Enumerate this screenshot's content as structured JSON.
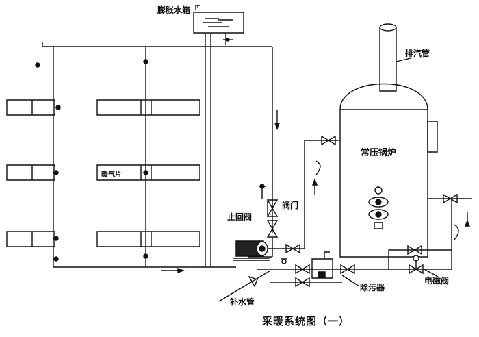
{
  "labels": {
    "expansion_tank": "膨胀水箱",
    "exhaust_pipe": "排汽管",
    "boiler": "常压锅炉",
    "radiator": "暖气片",
    "valve": "阀门",
    "check_valve": "止回阀",
    "strainer": "除污器",
    "solenoid_valve": "电磁阀",
    "makeup_pipe": "补水管"
  },
  "figure_title": "采暖系统图（一）"
}
